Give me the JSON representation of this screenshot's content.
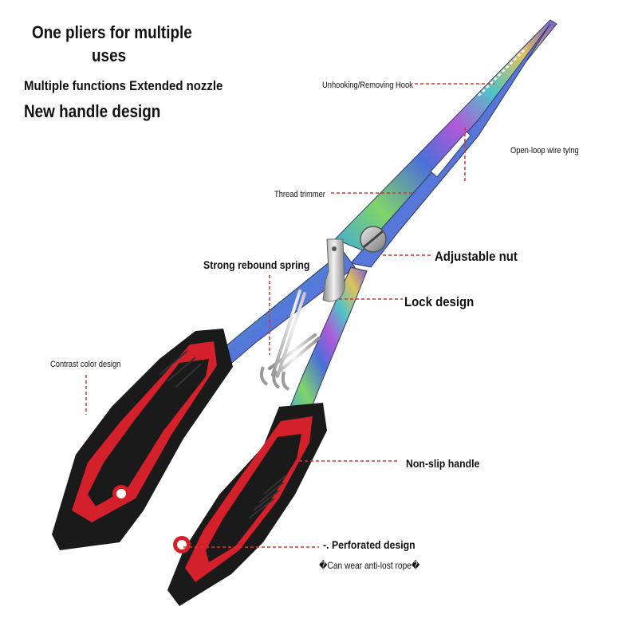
{
  "headline": {
    "line1": "One pliers for multiple",
    "line2": "uses",
    "line3": "Multiple functions Extended nozzle",
    "line4": "New handle design"
  },
  "callouts": {
    "unhooking": "Unhooking/Removing Hook",
    "open_loop": "Open-loop wire tying",
    "thread_trimmer": "Thread trimmer",
    "adjustable_nut": "Adjustable nut",
    "rebound_spring": "Strong rebound spring",
    "lock_design": "Lock design",
    "contrast_color": "Contrast color design",
    "non_slip": "Non-slip handle",
    "perforated": "-. Perforated design",
    "anti_lost": "�Can wear anti-lost rope�"
  },
  "colors": {
    "leader_line": "#d9342b",
    "handle_black": "#1a1a1a",
    "handle_red": "#d4202a"
  }
}
